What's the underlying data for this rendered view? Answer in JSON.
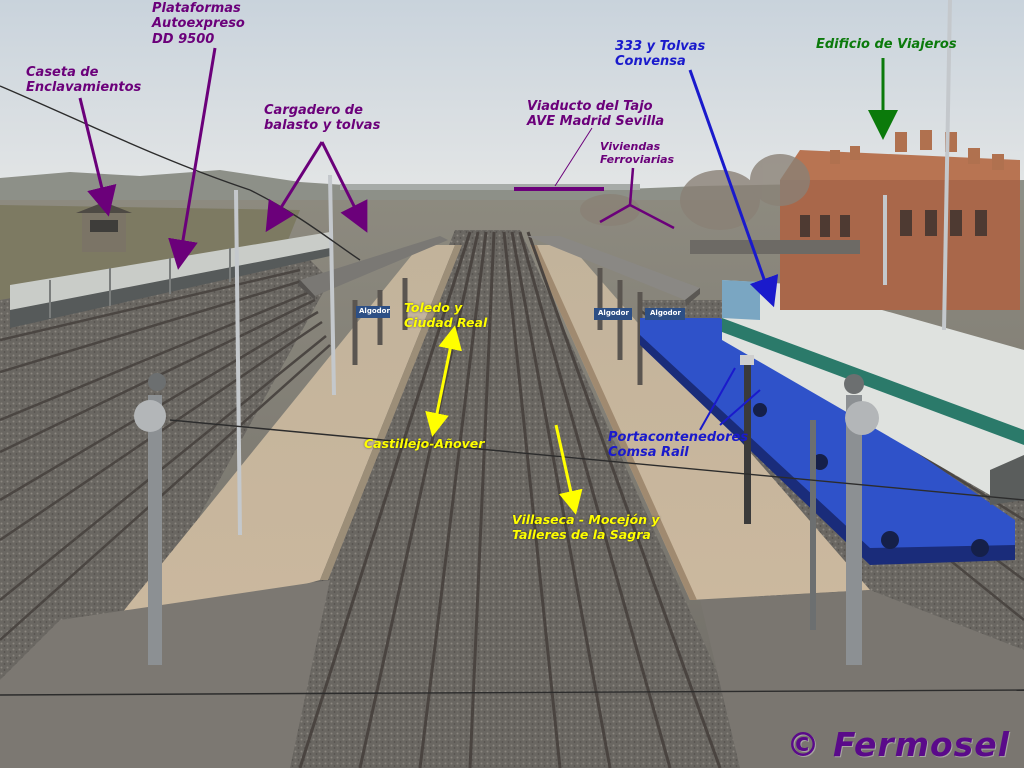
{
  "colors": {
    "purple": "#6b007a",
    "blue": "#1a1acc",
    "green": "#0b7a0b",
    "yellow": "#ffff00",
    "credit": "#5a0a8a"
  },
  "labels": {
    "caseta": {
      "line1": "Caseta de",
      "line2": "Enclavamientos"
    },
    "plataformas": {
      "line1": "Plataformas",
      "line2": "Autoexpreso",
      "line3": "DD 9500"
    },
    "cargadero": {
      "line1": "Cargadero de",
      "line2": "balasto y tolvas"
    },
    "viaducto": {
      "line1": "Viaducto del Tajo",
      "line2": "AVE Madrid Sevilla"
    },
    "viviendas": {
      "line1": "Viviendas",
      "line2": "Ferroviarias"
    },
    "tolvas333": {
      "line1": "333 y Tolvas",
      "line2": "Convensa"
    },
    "edificio": {
      "text": "Edificio de Viajeros"
    },
    "toledo": {
      "line1": "Toledo y",
      "line2": "Ciudad Real"
    },
    "castillejo": {
      "text": "Castillejo-Añover"
    },
    "portacontenedores": {
      "line1": "Portacontenedores",
      "line2": "Comsa Rail"
    },
    "villaseca": {
      "line1": "Villaseca - Mocejón y",
      "line2": "Talleres de la Sagra"
    }
  },
  "signs": {
    "left_platform": "Algodor",
    "right_platform_a": "Algodor",
    "right_platform_b": "Algodor"
  },
  "credit": "© Fermosel"
}
